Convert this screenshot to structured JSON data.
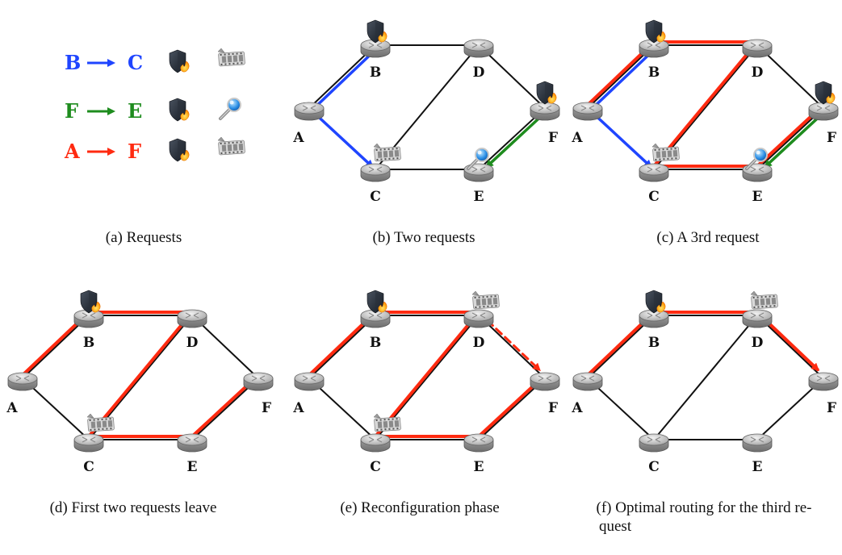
{
  "colors": {
    "blue": "#1f45ff",
    "green": "#1e8c1e",
    "red": "#ff2a10",
    "link": "#111111"
  },
  "icons": {
    "firewall": "firewall-shield-icon",
    "video": "video-film-icon",
    "search": "magnifier-icon"
  },
  "legend": {
    "requests": [
      {
        "src": "B",
        "dst": "C",
        "color": "blue",
        "icons": [
          "firewall",
          "video"
        ]
      },
      {
        "src": "F",
        "dst": "E",
        "color": "green",
        "icons": [
          "firewall",
          "search"
        ]
      },
      {
        "src": "A",
        "dst": "F",
        "color": "red",
        "icons": [
          "firewall",
          "video"
        ]
      }
    ]
  },
  "topology": {
    "nodes": [
      "A",
      "B",
      "C",
      "D",
      "E",
      "F"
    ],
    "edges": [
      [
        "A",
        "B"
      ],
      [
        "B",
        "D"
      ],
      [
        "D",
        "F"
      ],
      [
        "F",
        "E"
      ],
      [
        "E",
        "C"
      ],
      [
        "C",
        "A"
      ],
      [
        "C",
        "D"
      ]
    ]
  },
  "panels": [
    {
      "id": "a",
      "caption": "(a)  Requests"
    },
    {
      "id": "b",
      "caption": "(b)  Two requests",
      "icons": [
        {
          "node": "B",
          "type": "firewall"
        },
        {
          "node": "F",
          "type": "firewall"
        },
        {
          "node": "C",
          "type": "video"
        },
        {
          "node": "E",
          "type": "search"
        }
      ],
      "paths": [
        {
          "color": "blue",
          "nodes": [
            "B",
            "A",
            "C"
          ],
          "arrow": true
        },
        {
          "color": "green",
          "nodes": [
            "F",
            "E"
          ],
          "arrow": true
        }
      ]
    },
    {
      "id": "c",
      "caption": "(c)  A 3rd request",
      "icons": [
        {
          "node": "B",
          "type": "firewall"
        },
        {
          "node": "F",
          "type": "firewall"
        },
        {
          "node": "C",
          "type": "video"
        },
        {
          "node": "E",
          "type": "search"
        }
      ],
      "paths": [
        {
          "color": "blue",
          "nodes": [
            "B",
            "A",
            "C"
          ],
          "arrow": true
        },
        {
          "color": "green",
          "nodes": [
            "F",
            "E"
          ],
          "arrow": true
        },
        {
          "color": "red",
          "nodes": [
            "A",
            "B",
            "D",
            "C",
            "E",
            "F"
          ],
          "arrow": true
        }
      ]
    },
    {
      "id": "d",
      "caption": "(d)  First two requests leave",
      "icons": [
        {
          "node": "B",
          "type": "firewall"
        },
        {
          "node": "C",
          "type": "video"
        }
      ],
      "paths": [
        {
          "color": "red",
          "nodes": [
            "A",
            "B",
            "D",
            "C",
            "E",
            "F"
          ],
          "arrow": true
        }
      ]
    },
    {
      "id": "e",
      "caption": "(e)  Reconfiguration phase",
      "icons": [
        {
          "node": "B",
          "type": "firewall"
        },
        {
          "node": "D",
          "type": "video"
        },
        {
          "node": "C",
          "type": "video"
        }
      ],
      "paths": [
        {
          "color": "red",
          "nodes": [
            "A",
            "B",
            "D",
            "C",
            "E",
            "F"
          ],
          "arrow": true
        },
        {
          "color": "red",
          "nodes": [
            "D",
            "F"
          ],
          "arrow": true,
          "dashed": true
        }
      ]
    },
    {
      "id": "f",
      "caption_lines": [
        "(f)  Optimal routing for the third re-",
        "quest"
      ],
      "icons": [
        {
          "node": "B",
          "type": "firewall"
        },
        {
          "node": "D",
          "type": "video"
        }
      ],
      "paths": [
        {
          "color": "red",
          "nodes": [
            "A",
            "B",
            "D",
            "F"
          ],
          "arrow": true
        }
      ]
    }
  ]
}
